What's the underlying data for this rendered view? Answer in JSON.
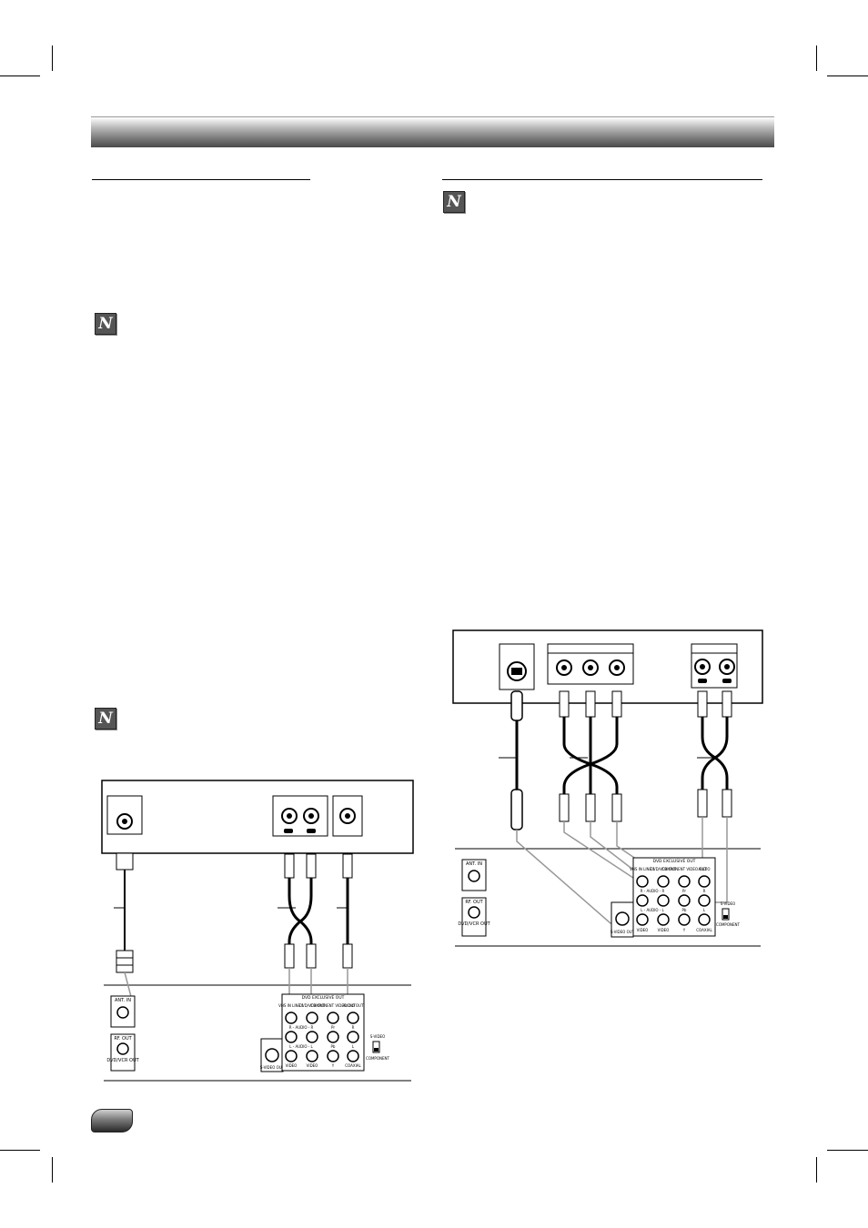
{
  "page": {
    "background": "#ffffff",
    "ink": "#000000"
  },
  "icons": [
    "note-icon",
    "note-icon",
    "note-icon"
  ],
  "note_icon_glyph": "N",
  "diagram_left": {
    "jack_labels": [
      "ANT. IN",
      "RF. OUT",
      "DVD/VCR OUT",
      "VHS IN LINE 1",
      "DVD/VCR OUT",
      "COMPONENT VIDEO OUT",
      "AUDIO OUT",
      "DVD EXCLUSIVE OUT",
      "R - AUDIO - R",
      "Pr",
      "R",
      "L - AUDIO - L",
      "Pb",
      "L",
      "VIDEO",
      "VIDEO",
      "Y",
      "COAXIAL",
      "S-VIDEO OUT",
      "S-VIDEO",
      "COMPONENT"
    ]
  },
  "diagram_right": {
    "jack_labels": [
      "ANT. IN",
      "RF. OUT",
      "DVD/VCR OUT",
      "VHS IN LINE 1",
      "DVD/VCR OUT",
      "COMPONENT VIDEO OUT",
      "AUDIO",
      "DVD EXCLUSIVE OUT",
      "R - AUDIO - R",
      "Pr",
      "R",
      "L - AUDIO - L",
      "Pb",
      "L",
      "VIDEO",
      "VIDEO",
      "Y",
      "COAXIAL",
      "S-VIDEO OUT",
      "S-VIDEO",
      "COMPONENT"
    ]
  }
}
